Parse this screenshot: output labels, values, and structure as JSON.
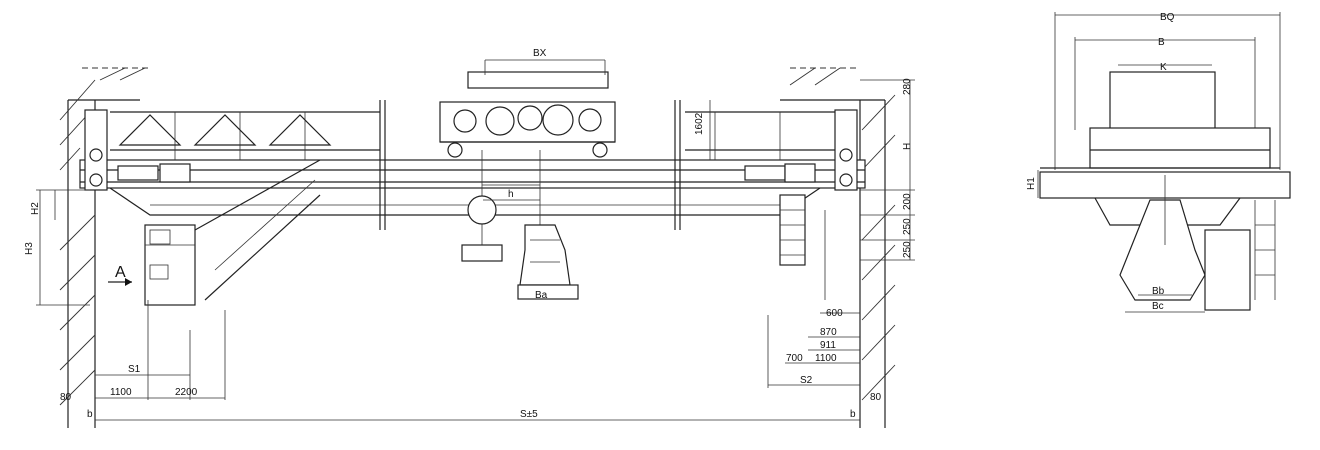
{
  "labels": {
    "bx": "BX",
    "h_small": "h",
    "view_a": "A",
    "ba": "Ba",
    "h2": "H2",
    "h3": "H3",
    "h1": "H1",
    "h_big": "H",
    "s1": "S1",
    "s2": "S2",
    "span": "S±5",
    "b_left": "b",
    "b_right": "b",
    "bq": "BQ",
    "b_side": "B",
    "k": "K",
    "bb": "Bb",
    "bc": "Bc"
  },
  "dims": {
    "d1100_left": "1100",
    "d2200": "2200",
    "d80_left": "80",
    "d80_right": "80",
    "d1602": "1602",
    "d200": "200",
    "d250a": "250",
    "d250b": "250",
    "d600": "600",
    "d870": "870",
    "d911": "911",
    "d700": "700",
    "d1100_right": "1100",
    "d280": "280"
  }
}
